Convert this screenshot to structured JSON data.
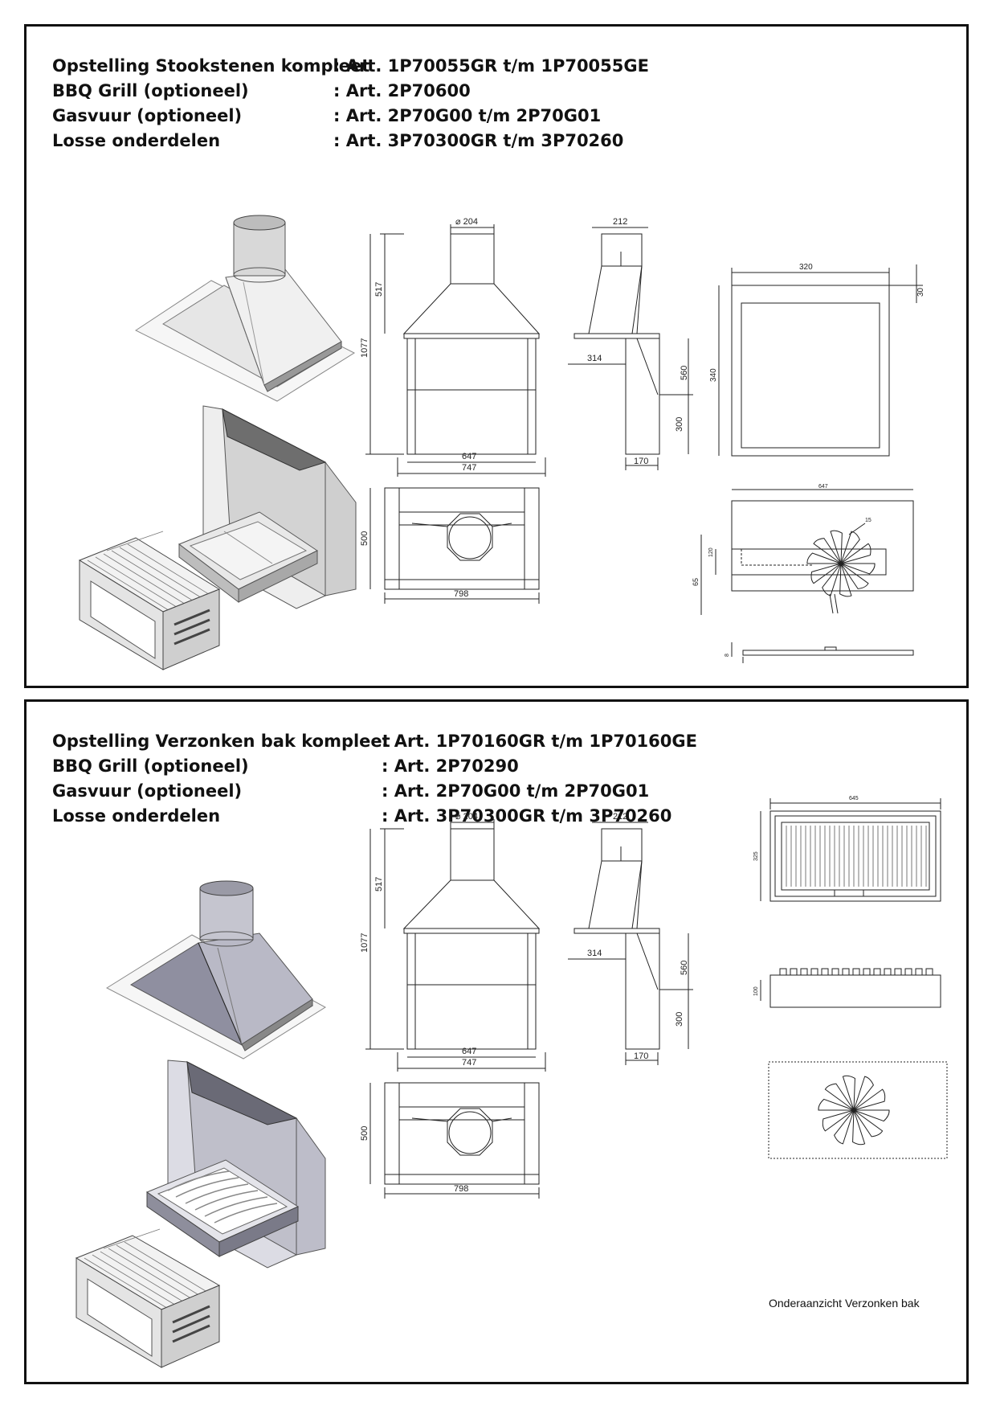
{
  "panel1": {
    "specs": [
      {
        "label": "Opstelling Stookstenen kompleet",
        "value": ": Art. 1P70055GR t/m 1P70055GE"
      },
      {
        "label": "BBQ Grill (optioneel)",
        "value": ": Art. 2P70600"
      },
      {
        "label": "Gasvuur (optioneel)",
        "value": ": Art. 2P70G00 t/m 2P70G01"
      },
      {
        "label": "Losse onderdelen",
        "value": ": Art. 3P70300GR t/m 3P70260"
      }
    ],
    "dims": {
      "d204": "⌀ 204",
      "d517": "517",
      "d1077": "1077",
      "d647": "647",
      "d747": "747",
      "d212": "212",
      "d314": "314",
      "d560": "560",
      "d300": "300",
      "d170": "170",
      "d500": "500",
      "d798": "798",
      "d320": "320",
      "d30": "30",
      "d340": "340",
      "dp647": "647",
      "d120": "120",
      "d65": "65",
      "d15": "15",
      "d8": "8"
    }
  },
  "panel2": {
    "specs": [
      {
        "label": "Opstelling Verzonken bak kompleet",
        "value": ": Art. 1P70160GR t/m 1P70160GE"
      },
      {
        "label": "BBQ Grill (optioneel)",
        "value": ": Art. 2P70290"
      },
      {
        "label": "Gasvuur (optioneel)",
        "value": ": Art. 2P70G00 t/m 2P70G01"
      },
      {
        "label": "Losse onderdelen",
        "value": ": Art. 3P70300GR t/m 3P70260"
      }
    ],
    "dims": {
      "d204": "⌀ 204",
      "d517": "517",
      "d1077": "1077",
      "d647": "647",
      "d747": "747",
      "d212": "212",
      "d314": "314",
      "d560": "560",
      "d300": "300",
      "d170": "170",
      "d500": "500",
      "d798": "798",
      "d645": "645",
      "d325": "325",
      "d100": "100"
    },
    "caption": "Onderaanzicht Verzonken bak"
  }
}
